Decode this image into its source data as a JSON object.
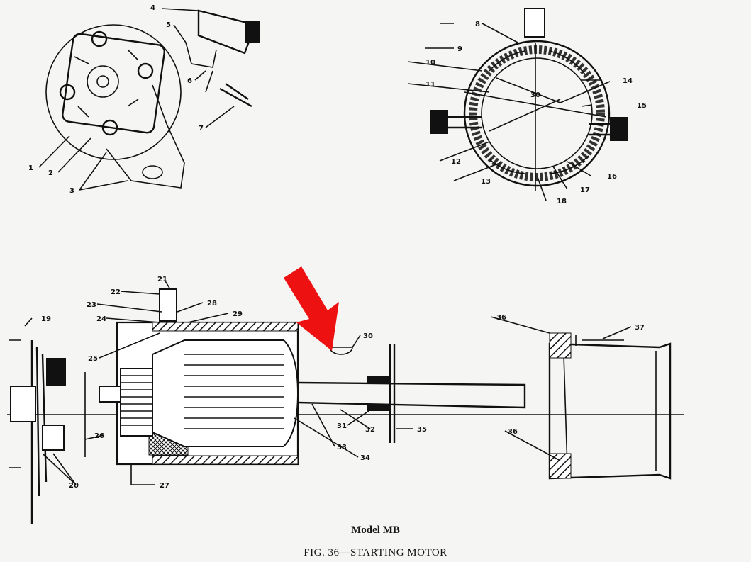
{
  "figure": {
    "model": "Model MB",
    "caption": "FIG. 36—STARTING MOTOR",
    "highlight_color": "#ee1111",
    "callouts": {
      "end_plate": [
        "1",
        "2",
        "3",
        "4",
        "5",
        "6",
        "7"
      ],
      "field_frame": [
        "8",
        "9",
        "10",
        "11",
        "30",
        "14",
        "15",
        "12",
        "13",
        "16",
        "17",
        "18"
      ],
      "assembly": [
        "19",
        "20",
        "21",
        "22",
        "23",
        "24",
        "25",
        "26",
        "27",
        "28",
        "29",
        "30",
        "31",
        "32",
        "33",
        "34",
        "35",
        "36",
        "36",
        "37"
      ]
    }
  }
}
